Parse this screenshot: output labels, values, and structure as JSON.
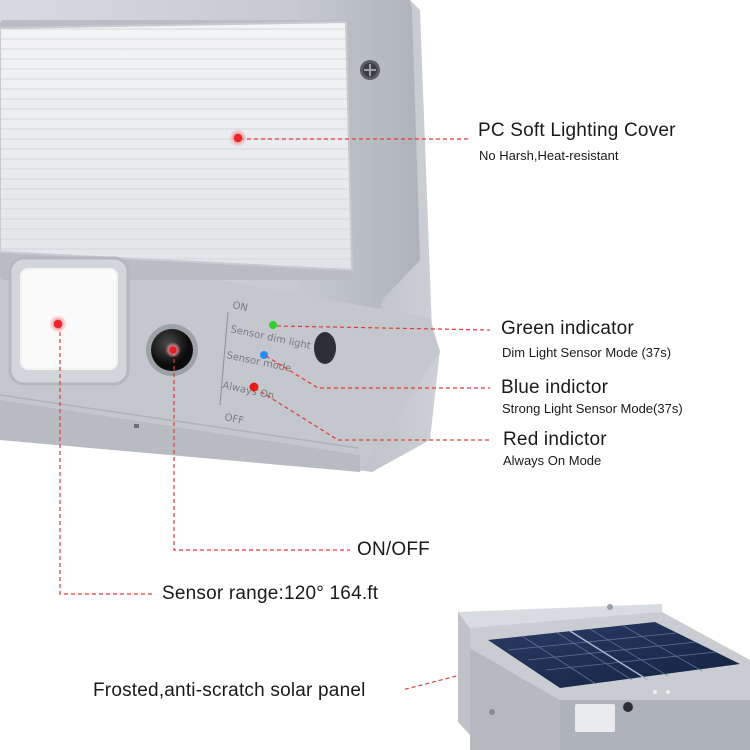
{
  "callouts": {
    "cover": {
      "title": "PC Soft Lighting Cover",
      "subtitle": "No Harsh,Heat-resistant"
    },
    "green": {
      "title": "Green indicator",
      "subtitle": "Dim Light Sensor Mode (37s)"
    },
    "blue": {
      "title": "Blue indictor",
      "subtitle": "Strong Light Sensor Mode(37s)"
    },
    "red": {
      "title": "Red indictor",
      "subtitle": "Always On Mode"
    },
    "onoff": {
      "title": "ON/OFF"
    },
    "sensor": {
      "title": "Sensor range:120° 164.ft"
    },
    "solar": {
      "title": "Frosted,anti-scratch solar panel"
    }
  },
  "device_markings": {
    "on": "ON",
    "off": "OFF",
    "sensor_dim_light": "Sensor dim light",
    "sensor_mode": "Sensor mode",
    "always_on": "Always On"
  },
  "colors": {
    "callout_dot": "#e8202a",
    "callout_line": "#e23a3a",
    "led_green": "#2fd12f",
    "led_blue": "#1f8fff",
    "led_red": "#e81b1b",
    "housing": "#c9cdd2",
    "solar_panel": "#1c2d52"
  }
}
